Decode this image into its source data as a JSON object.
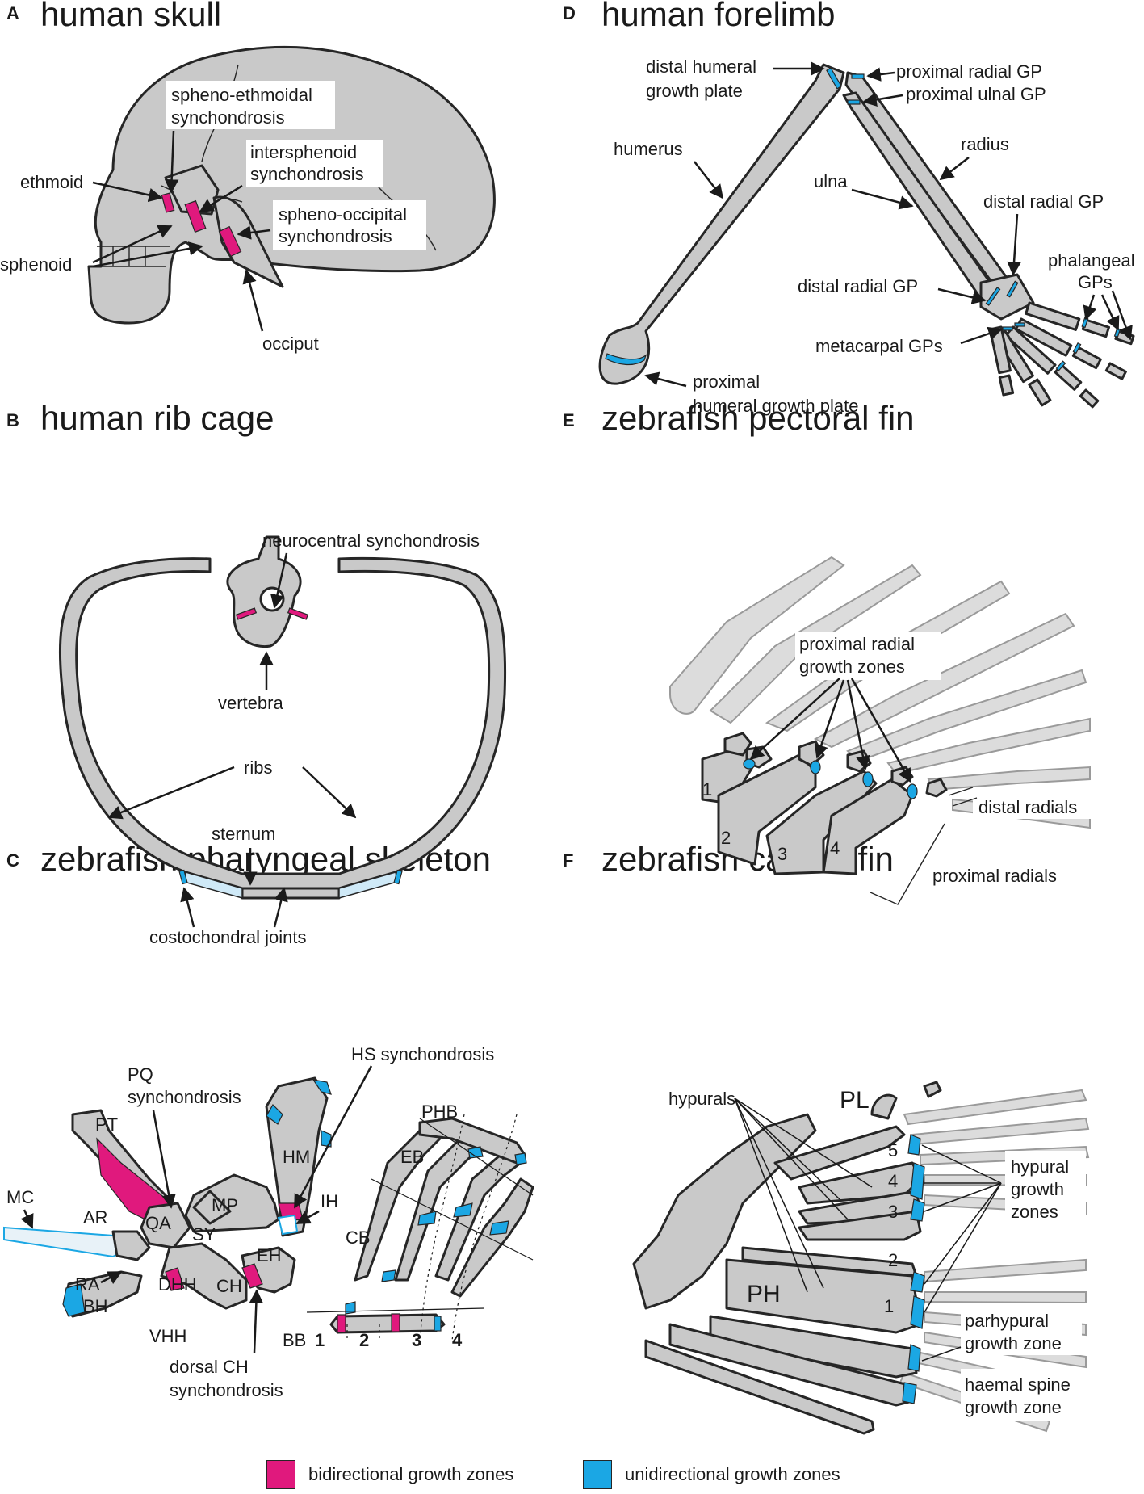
{
  "colors": {
    "bidirectional": "#e0197d",
    "unidirectional": "#1ba7e4",
    "bone": "#c9c9c9",
    "outline": "#262626"
  },
  "panels": {
    "A": {
      "letter": "A",
      "title": "human skull",
      "labels": {
        "spheno_ethmoidal_1": "spheno-ethmoidal",
        "spheno_ethmoidal_2": "synchondrosis",
        "intersphenoid_1": "intersphenoid",
        "intersphenoid_2": "synchondrosis",
        "spheno_occipital_1": "spheno-occipital",
        "spheno_occipital_2": "synchondrosis",
        "ethmoid": "ethmoid",
        "sphenoid": "sphenoid",
        "occiput": "occiput"
      }
    },
    "B": {
      "letter": "B",
      "title": "human rib cage",
      "labels": {
        "neurocentral": "neurocentral synchondrosis",
        "vertebra": "vertebra",
        "ribs": "ribs",
        "sternum": "sternum",
        "costochondral": "costochondral joints"
      }
    },
    "C": {
      "letter": "C",
      "title": "zebrafish pharyngeal skeleton",
      "labels": {
        "hs": "HS synchondrosis",
        "pq_1": "PQ",
        "pq_2": "synchondrosis",
        "pt": "PT",
        "hm": "HM",
        "mc": "MC",
        "ar": "AR",
        "qa": "QA",
        "mp": "MP",
        "sy": "SY",
        "ih": "IH",
        "ra": "RA",
        "dhh": "DHH",
        "eh": "EH",
        "ch": "CH",
        "bh": "BH",
        "vhh": "VHH",
        "dorsal_ch_1": "dorsal CH",
        "dorsal_ch_2": "synchondrosis",
        "phb": "PHB",
        "eb": "EB",
        "cb": "CB",
        "bb": "BB",
        "n1": "1",
        "n2": "2",
        "n3": "3",
        "n4": "4"
      }
    },
    "D": {
      "letter": "D",
      "title": "human forelimb",
      "labels": {
        "distal_humeral_1": "distal humeral",
        "distal_humeral_2": "growth plate",
        "proximal_radial": "proximal radial GP",
        "proximal_ulnar": "proximal ulnal GP",
        "humerus": "humerus",
        "radius": "radius",
        "ulna": "ulna",
        "distal_radial_a": "distal radial GP",
        "distal_radial_b": "distal radial GP",
        "phalangeal_1": "phalangeal",
        "phalangeal_2": "GPs",
        "metacarpal": "metacarpal GPs",
        "proximal_humeral_1": "proximal",
        "proximal_humeral_2": "humeral growth plate"
      }
    },
    "E": {
      "letter": "E",
      "title": "zebrafish pectoral fin",
      "labels": {
        "prg_1": "proximal radial",
        "prg_2": "growth zones",
        "distal_radials": "distal radials",
        "proximal_radials": "proximal radials",
        "n1": "1",
        "n2": "2",
        "n3": "3",
        "n4": "4"
      }
    },
    "F": {
      "letter": "F",
      "title": "zebrafish caudal fin",
      "labels": {
        "hypurals": "hypurals",
        "pl": "PL",
        "ph": "PH",
        "n5": "5",
        "n4": "4",
        "n3": "3",
        "n2": "2",
        "n1": "1",
        "hgz_1": "hypural",
        "hgz_2": "growth",
        "hgz_3": "zones",
        "parhypural_1": "parhypural",
        "parhypural_2": "growth zone",
        "haemal_1": "haemal spine",
        "haemal_2": "growth zone"
      }
    }
  },
  "legend": {
    "bidirectional": "bidirectional growth zones",
    "unidirectional": "unidirectional growth zones"
  }
}
